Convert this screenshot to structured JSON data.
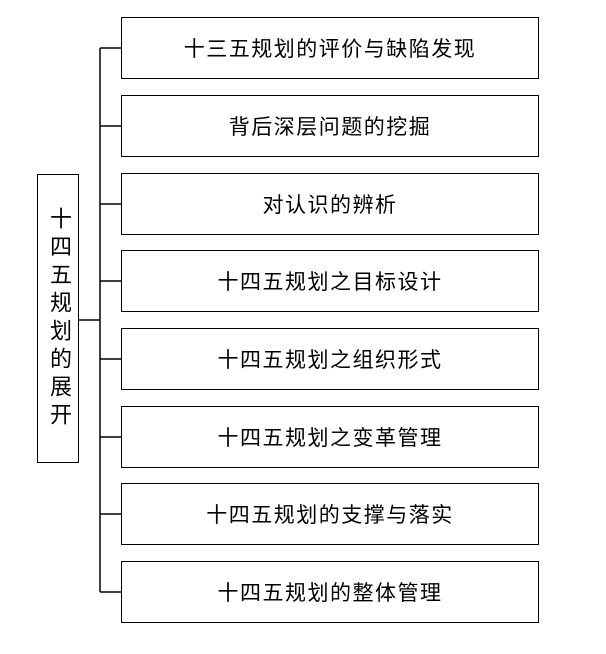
{
  "root": {
    "label": "十四五规划的展开"
  },
  "branches": [
    {
      "label": "十三五规划的评价与缺陷发现"
    },
    {
      "label": "背后深层问题的挖掘"
    },
    {
      "label": "对认识的辨析"
    },
    {
      "label": "十四五规划之目标设计"
    },
    {
      "label": "十四五规划之组织形式"
    },
    {
      "label": "十四五规划之变革管理"
    },
    {
      "label": "十四五规划的支撑与落实"
    },
    {
      "label": "十四五规划的整体管理"
    }
  ],
  "colors": {
    "line": "#000000",
    "background": "#ffffff",
    "text": "#000000"
  }
}
